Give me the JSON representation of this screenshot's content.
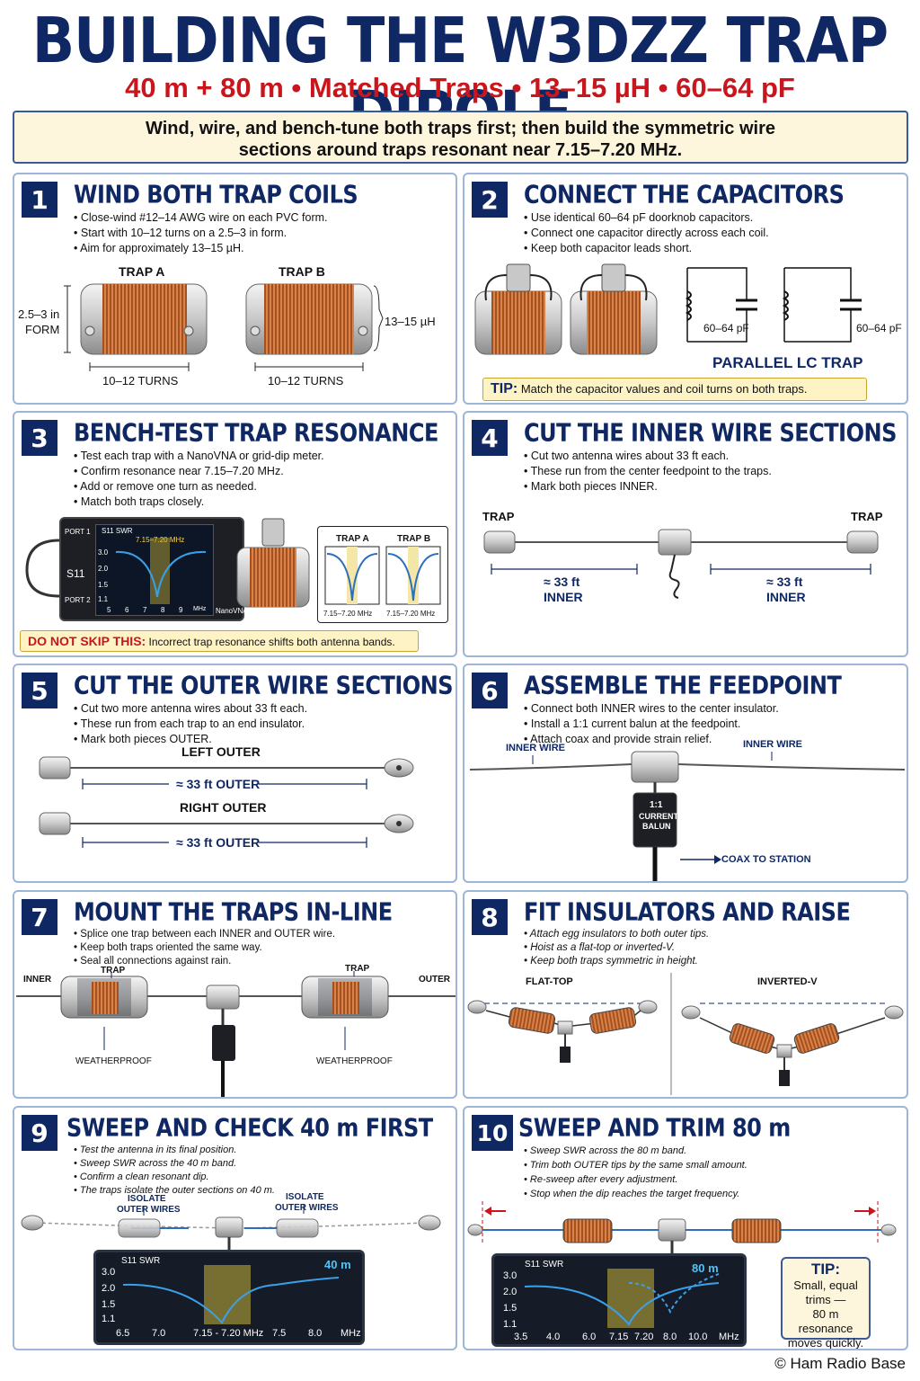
{
  "title": "BUILDING THE W3DZZ TRAP DIPOLE",
  "subtitle": "40 m + 80 m  •  Matched Traps  •  13–15 µH  •  60–64 pF",
  "intro": {
    "line1": "Wind, wire, and bench-tune both traps first; then build the symmetric wire",
    "line2": "sections around traps resonant near 7.15–7.20 MHz."
  },
  "steps": [
    {
      "num": "1",
      "title": "WIND BOTH TRAP COILS",
      "bullets": [
        "Close-wind #12–14 AWG wire on each PVC form.",
        "Start with 10–12 turns on a 2.5–3 in form.",
        "Aim for approximately 13–15 µH."
      ],
      "labels": {
        "trap_a": "TRAP A",
        "trap_b": "TRAP B",
        "form_1": "2.5–3 in",
        "form_2": "FORM",
        "inductance": "13–15 µH",
        "turns_a": "10–12 TURNS",
        "turns_b": "10–12 TURNS"
      }
    },
    {
      "num": "2",
      "title": "CONNECT THE CAPACITORS",
      "bullets": [
        "Use identical 60–64 pF doorknob capacitors.",
        "Connect one capacitor directly across each coil.",
        "Keep both capacitor leads short."
      ],
      "labels": {
        "cap_a": "60–64 pF",
        "cap_b": "60–64 pF",
        "caption": "PARALLEL LC TRAP"
      },
      "tip_label": "TIP:",
      "tip_text": "Match the capacitor values and coil turns on both traps."
    },
    {
      "num": "3",
      "title": "BENCH-TEST TRAP RESONANCE",
      "bullets": [
        "Test each trap with a NanoVNA or grid-dip meter.",
        "Confirm resonance near 7.15–7.20 MHz.",
        "Add or remove one turn as needed.",
        "Match both traps closely."
      ],
      "vna": {
        "port1": "PORT 1",
        "port2": "PORT 2",
        "side": "S11",
        "header": "S11  SWR",
        "range": "7.15–7.20 MHz",
        "brand": "NanoVNA",
        "mhz": "MHz",
        "y_ticks": [
          "3.0",
          "2.0",
          "1.5",
          "1.1"
        ],
        "x_ticks": [
          "5",
          "6",
          "7",
          "8",
          "9"
        ]
      },
      "inset": {
        "trap_a": "TRAP A",
        "trap_b": "TRAP B",
        "freq_a": "7.15–7.20 MHz",
        "freq_b": "7.15–7.20 MHz"
      },
      "warn_label": "DO NOT SKIP THIS:",
      "warn_text": "Incorrect trap resonance shifts both antenna bands."
    },
    {
      "num": "4",
      "title": "CUT THE INNER WIRE SECTIONS",
      "bullets": [
        "Cut two antenna wires about 33 ft each.",
        "These run from the center feedpoint to the traps.",
        "Mark both pieces INNER."
      ],
      "labels": {
        "trap_left": "TRAP",
        "trap_right": "TRAP",
        "len_left": "≈ 33 ft",
        "len_right": "≈ 33 ft",
        "inner_left": "INNER",
        "inner_right": "INNER"
      }
    },
    {
      "num": "5",
      "title": "CUT THE OUTER WIRE SECTIONS",
      "bullets": [
        "Cut two more antenna wires about 33 ft each.",
        "These run from each trap to an end insulator.",
        "Mark both pieces OUTER."
      ],
      "labels": {
        "left": "LEFT OUTER",
        "right": "RIGHT OUTER",
        "len_left": "≈ 33 ft  OUTER",
        "len_right": "≈ 33 ft  OUTER"
      }
    },
    {
      "num": "6",
      "title": "ASSEMBLE THE FEEDPOINT",
      "bullets": [
        "Connect both INNER wires to the center insulator.",
        "Install a 1:1 current balun at the feedpoint.",
        "Attach coax and provide strain relief."
      ],
      "labels": {
        "inner_left": "INNER WIRE",
        "inner_right": "INNER WIRE",
        "balun_1": "1:1",
        "balun_2": "CURRENT",
        "balun_3": "BALUN",
        "coax": "COAX TO STATION"
      }
    },
    {
      "num": "7",
      "title": "MOUNT THE TRAPS IN-LINE",
      "bullets": [
        "Splice one trap between each INNER and OUTER wire.",
        "Keep both traps oriented the same way.",
        "Seal all connections against rain."
      ],
      "labels": {
        "inner": "INNER",
        "outer": "OUTER",
        "trap_left": "TRAP",
        "trap_right": "TRAP",
        "wp_left": "WEATHERPROOF",
        "wp_right": "WEATHERPROOF"
      }
    },
    {
      "num": "8",
      "title": "FIT INSULATORS AND RAISE",
      "bullets": [
        "Attach egg insulators to both outer tips.",
        "Hoist as a flat-top or inverted-V.",
        "Keep both traps symmetric in height."
      ],
      "labels": {
        "flat": "FLAT-TOP",
        "inv": "INVERTED-V"
      }
    },
    {
      "num": "9",
      "title": "SWEEP AND CHECK 40 m FIRST",
      "bullets": [
        "Test the antenna in its final position.",
        "Sweep SWR across the 40 m band.",
        "Confirm a clean resonant dip.",
        "The traps isolate the outer sections on 40 m."
      ],
      "labels": {
        "iso_l1": "ISOLATE",
        "iso_l2": "OUTER WIRES",
        "iso_r1": "ISOLATE",
        "iso_r2": "OUTER WIRES"
      },
      "screen": {
        "header": "S11  SWR",
        "band": "40 m",
        "y_ticks": [
          "3.0",
          "2.0",
          "1.5",
          "1.1"
        ],
        "x_ticks": [
          "6.5",
          "7.0",
          "7.15 - 7.20 MHz",
          "7.5",
          "8.0",
          "MHz"
        ]
      }
    },
    {
      "num": "10",
      "title": "SWEEP AND TRIM 80 m",
      "bullets": [
        "Sweep SWR across the 80 m band.",
        "Trim both OUTER tips by the same small amount.",
        "Re-sweep after every adjustment.",
        "Stop when the dip reaches the target frequency."
      ],
      "screen": {
        "header": "S11  SWR",
        "band": "80 m",
        "y_ticks": [
          "3.0",
          "2.0",
          "1.5",
          "1.1"
        ],
        "x_ticks": [
          "3.5",
          "4.0",
          "6.0",
          "7.15",
          "7.20",
          "8.0",
          "10.0",
          "MHz"
        ]
      },
      "tip": {
        "label": "TIP:",
        "l1": "Small, equal",
        "l2": "trims —",
        "l3": "80 m resonance",
        "l4": "moves quickly."
      }
    }
  ],
  "footer": "© Ham Radio Base",
  "colors": {
    "navy": "#0f2863",
    "red": "#c9161d",
    "copper": "#b05a2a",
    "swr_line": "#3aa0e8",
    "highlight": "#c8b43a"
  }
}
